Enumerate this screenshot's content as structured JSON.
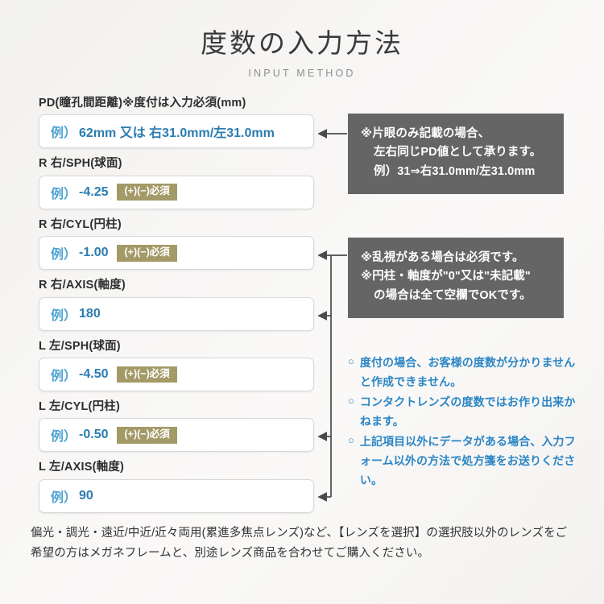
{
  "header": {
    "title_ja": "度数の入力方法",
    "title_en": "INPUT METHOD"
  },
  "form": {
    "fields": [
      {
        "name": "pd",
        "label": "PD(瞳孔間距離)※度付は入力必須(mm)",
        "prefix": "例）",
        "value": "62mm 又は 右31.0mm/左31.0mm",
        "badge": ""
      },
      {
        "name": "r-sph",
        "label": "R 右/SPH(球面)",
        "prefix": "例）",
        "value": "-4.25",
        "badge": "(+)(−)必須"
      },
      {
        "name": "r-cyl",
        "label": "R 右/CYL(円柱)",
        "prefix": "例）",
        "value": "-1.00",
        "badge": "(+)(−)必須"
      },
      {
        "name": "r-axis",
        "label": "R 右/AXIS(軸度)",
        "prefix": "例）",
        "value": "180",
        "badge": ""
      },
      {
        "name": "l-sph",
        "label": "L 左/SPH(球面)",
        "prefix": "例）",
        "value": "-4.50",
        "badge": "(+)(−)必須"
      },
      {
        "name": "l-cyl",
        "label": "L 左/CYL(円柱)",
        "prefix": "例）",
        "value": "-0.50",
        "badge": "(+)(−)必須"
      },
      {
        "name": "l-axis",
        "label": "L 左/AXIS(軸度)",
        "prefix": "例）",
        "value": "90",
        "badge": ""
      }
    ]
  },
  "callouts": [
    {
      "name": "pd-note",
      "lines": [
        {
          "text": "※片眼のみ記載の場合、",
          "indent": false
        },
        {
          "text": "左右同じPD値として承ります。",
          "indent": true
        },
        {
          "text": "例）31⇒右31.0mm/左31.0mm",
          "indent": true
        }
      ]
    },
    {
      "name": "cyl-axis-note",
      "lines": [
        {
          "text": "※乱視がある場合は必須です。",
          "indent": false
        },
        {
          "text": "※円柱・軸度が\"0\"又は\"未記載\"",
          "indent": false
        },
        {
          "text": "の場合は全て空欄でOKです。",
          "indent": true
        }
      ]
    }
  ],
  "notes": {
    "bullet_glyph": "○",
    "items": [
      "度付の場合、お客様の度数が分かりませんと作成できません。",
      "コンタクトレンズの度数ではお作り出来かねます。",
      "上記項目以外にデータがある場合、入力フォーム以外の方法で処方箋をお送りください。"
    ]
  },
  "footer": {
    "text": "偏光・調光・遠近/中近/近々両用(累進多焦点レンズ)など、【レンズを選択】の選択肢以外のレンズをご希望の方はメガネフレームと、別途レンズ商品を合わせてご購入ください。"
  },
  "colors": {
    "background": "#f5f4f2",
    "callout_bg": "#656565",
    "badge_bg": "#a39a67",
    "example_prefix": "#4ea3d4",
    "example_value": "#2b7cb0",
    "note_text": "#2b86c5",
    "connector": "#4a4a4a",
    "field_border": "#d8d8d8"
  }
}
